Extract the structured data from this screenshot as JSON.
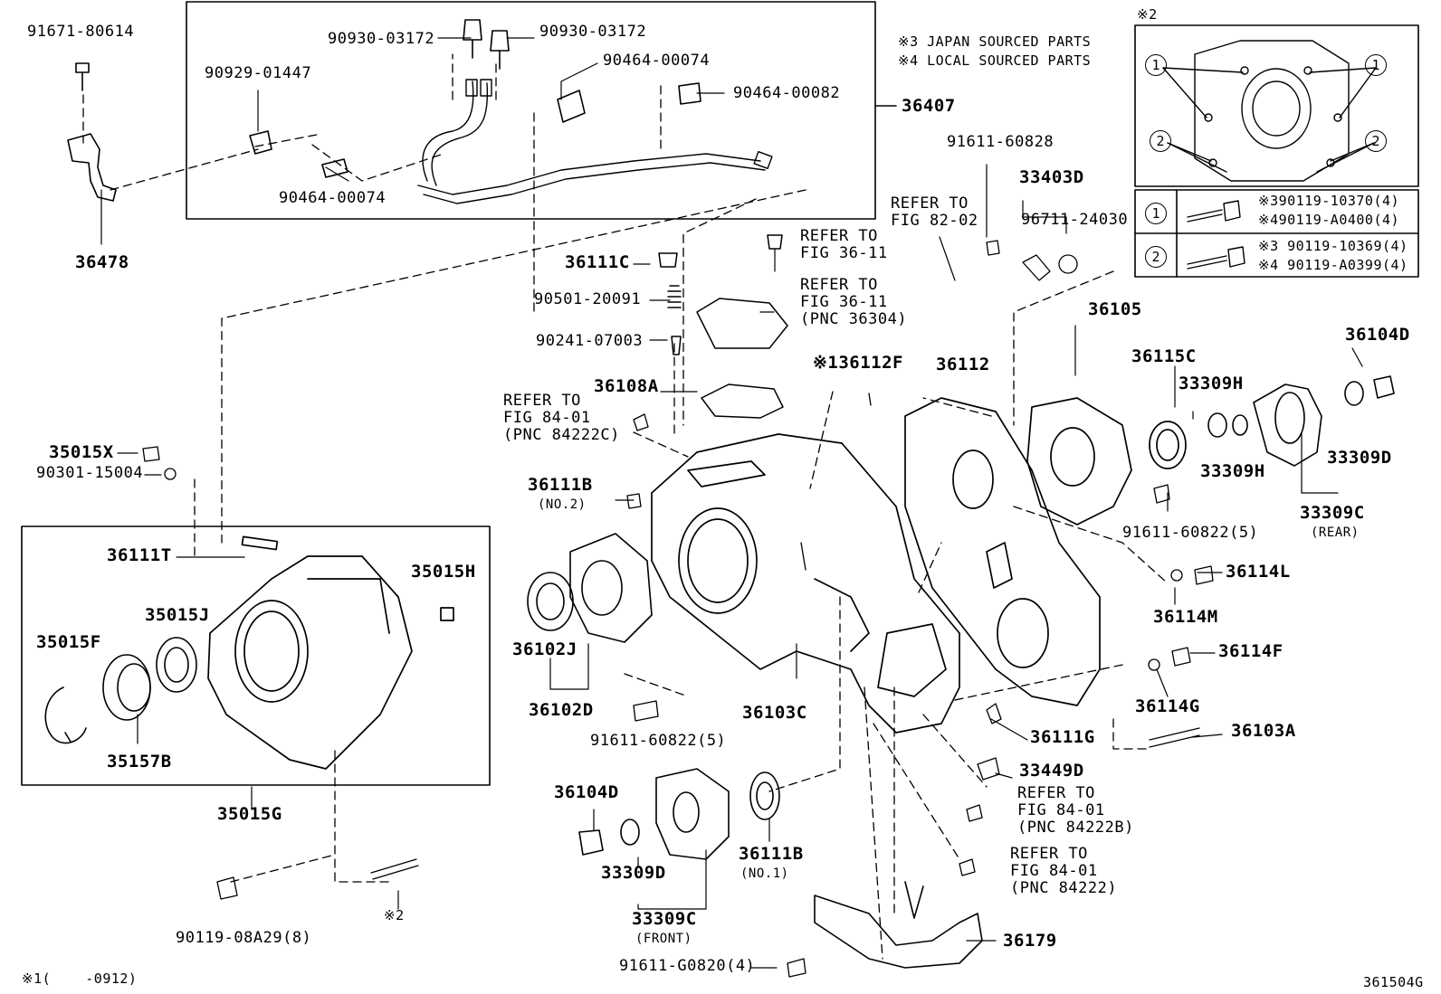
{
  "diagram": {
    "figure_code": "361504G",
    "footnote": "※1(    -0912)",
    "legend_notes": {
      "japan": "※3 JAPAN SOURCED PARTS",
      "local": "※4 LOCAL SOURCED PARTS"
    },
    "inset_mark": "※2",
    "inset_table": [
      {
        "key": "1",
        "line1": "※390119-10370(4)",
        "line2": "※490119-A0400(4)"
      },
      {
        "key": "2",
        "line1": "※3 90119-10369(4)",
        "line2": "※4 90119-A0399(4)"
      }
    ],
    "callouts": {
      "c1": "1",
      "c2": "1",
      "c3": "2",
      "c4": "2"
    },
    "labels": {
      "p91671_80614": "91671-80614",
      "p90930_03172_a": "90930-03172",
      "p90930_03172_b": "90930-03172",
      "p90929_01447": "90929-01447",
      "p90464_00074_a": "90464-00074",
      "p90464_00082": "90464-00082",
      "p90464_00074_b": "90464-00074",
      "p36407": "36407",
      "p36478": "36478",
      "p91611_60828": "91611-60828",
      "p33403D": "33403D",
      "p96711_24030": "96711-24030",
      "refer_82_02": "REFER TO\nFIG 82-02",
      "p36111C": "36111C",
      "refer_36_11_a": "REFER TO\nFIG 36-11",
      "p90501_20091": "90501-20091",
      "refer_36_11_b": "REFER TO\nFIG 36-11\n(PNC 36304)",
      "p90241_07003": "90241-07003",
      "p36105": "36105",
      "p36104D_r": "36104D",
      "p36115C": "36115C",
      "p33309H_a": "33309H",
      "p33309H_b": "33309H",
      "p33309D_r": "33309D",
      "p33309C_r": "33309C",
      "rear": "(REAR)",
      "p36112F": "※136112F",
      "p36112": "36112",
      "p36108A": "36108A",
      "refer_84_01_c": "REFER TO\nFIG 84-01\n(PNC 84222C)",
      "p35015X": "35015X",
      "p90301_15004": "90301-15004",
      "p36111B_2": "36111B",
      "no2": "(NO.2)",
      "p91611_60822_r": "91611-60822(5)",
      "p36114L": "36114L",
      "p36111T": "36111T",
      "p35015H": "35015H",
      "p35015J": "35015J",
      "p35015F": "35015F",
      "p36102J": "36102J",
      "p36114M": "36114M",
      "p36114F": "36114F",
      "p36114G": "36114G",
      "p36102D": "36102D",
      "p36103C": "36103C",
      "p36111G": "36111G",
      "p36103A": "36103A",
      "p35157B": "35157B",
      "p91611_60822_l": "91611-60822(5)",
      "p33449D": "33449D",
      "refer_84_01_b": "REFER TO\nFIG 84-01\n(PNC 84222B)",
      "p35015G": "35015G",
      "p36104D_f": "36104D",
      "p36111B_1": "36111B",
      "no1": "(NO.1)",
      "refer_84_01": "REFER TO\nFIG 84-01\n(PNC 84222)",
      "p33309D_f": "33309D",
      "p90119_08A29": "90119-08A29(8)",
      "mark2": "※2",
      "p33309C_f": "33309C",
      "front": "(FRONT)",
      "p36179": "36179",
      "p91611_G0820": "91611-G0820(4)"
    }
  }
}
